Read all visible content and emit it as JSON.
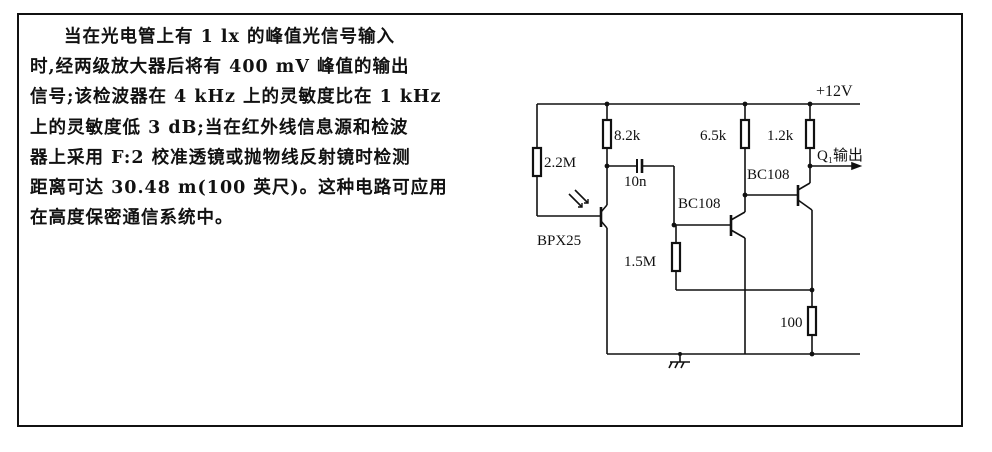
{
  "description": {
    "lines": [
      "当在光电管上有 1 lx 的峰值光信号输入",
      "时,经两级放大器后将有 400 mV 峰值的输出",
      "信号;该检波器在 4 kHz 上的灵敏度比在 1 kHz",
      "上的灵敏度低 3 dB;当在红外线信息源和检波",
      "器上采用 F:2 校准透镜或抛物线反射镜时检测",
      "距离可达 30.48 m(100 英尺)。这种电路可应用",
      "在高度保密通信系统中。"
    ]
  },
  "circuit": {
    "supply_label": "+12V",
    "output_label": "Q₁输出",
    "components": {
      "r_bias": "2.2M",
      "r_load1": "8.2k",
      "capacitor": "10n",
      "phototransistor": "BPX25",
      "transistor1": "BC108",
      "transistor2": "BC108",
      "r_feedback": "1.5M",
      "r_collector2": "6.5k",
      "r_collector3": "1.2k",
      "r_emitter": "100"
    },
    "ground_icon": "ground-icon"
  }
}
